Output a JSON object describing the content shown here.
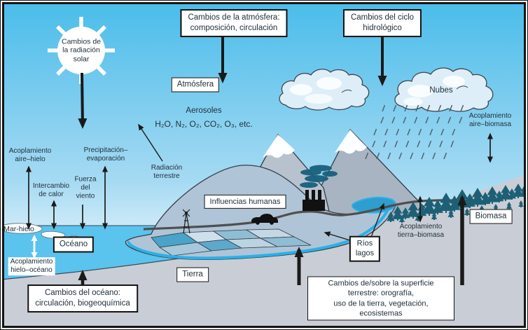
{
  "nodes": {
    "sun": "Cambios de\nla radiación\nsolar",
    "atmosphere_changes": "Cambios de la atmósfera:\ncomposición, circulación",
    "hydro_changes": "Cambios del ciclo\nhidrológico",
    "atmosfera": "Atmósfera",
    "aerosoles_title": "Aerosoles",
    "aerosoles_formula": "H₂O, N₂, O₂, CO₂, O₃, etc.",
    "nubes": "Nubes",
    "radiacion_terrestre": "Radiación\nterrestre",
    "acoplamiento_aire_hielo": "Acoplamiento\naire–hielo",
    "precipitacion_evaporacion": "Precipitación–\nevaporación",
    "intercambio_calor": "Intercambio\nde calor",
    "fuerza_viento": "Fuerza\ndel\nviento",
    "mar_hielo": "Mar-hielo",
    "oceano": "Océano",
    "acoplamiento_hielo_oceano": "Acoplamiento\nhielo–océano",
    "cambios_oceano": "Cambios del océano:\ncirculación, biogeoquímica",
    "influencias_humanas": "Influencias humanas",
    "tierra": "Tierra",
    "rios_lagos": "Ríos\nlagos",
    "acoplamiento_tierra_biomasa": "Acoplamiento\ntierra–biomasa",
    "biomasa": "Biomasa",
    "acoplamiento_aire_biomasa": "Acoplamiento\naire–biomasa",
    "cambios_superficie": "Cambios de/sobre la superficie terrestre: orografía,\nuso de la tierra, vegetación, ecosistemas"
  },
  "colors": {
    "sky_top": "#49bcea",
    "sky_horizon": "#eef8fd",
    "ground": "#c9ced6",
    "hillside": "#c2c8d1",
    "mountain_left": "#b8c2cf",
    "mountain_right": "#a9b4c2",
    "land": "#afc4d6",
    "ocean": "#5ac3ee",
    "river": "#29b1ea",
    "lake": "#2e9ecf",
    "trees": "#1d6075",
    "smoke": "#17607c",
    "arrow": "#1a1a1a"
  }
}
